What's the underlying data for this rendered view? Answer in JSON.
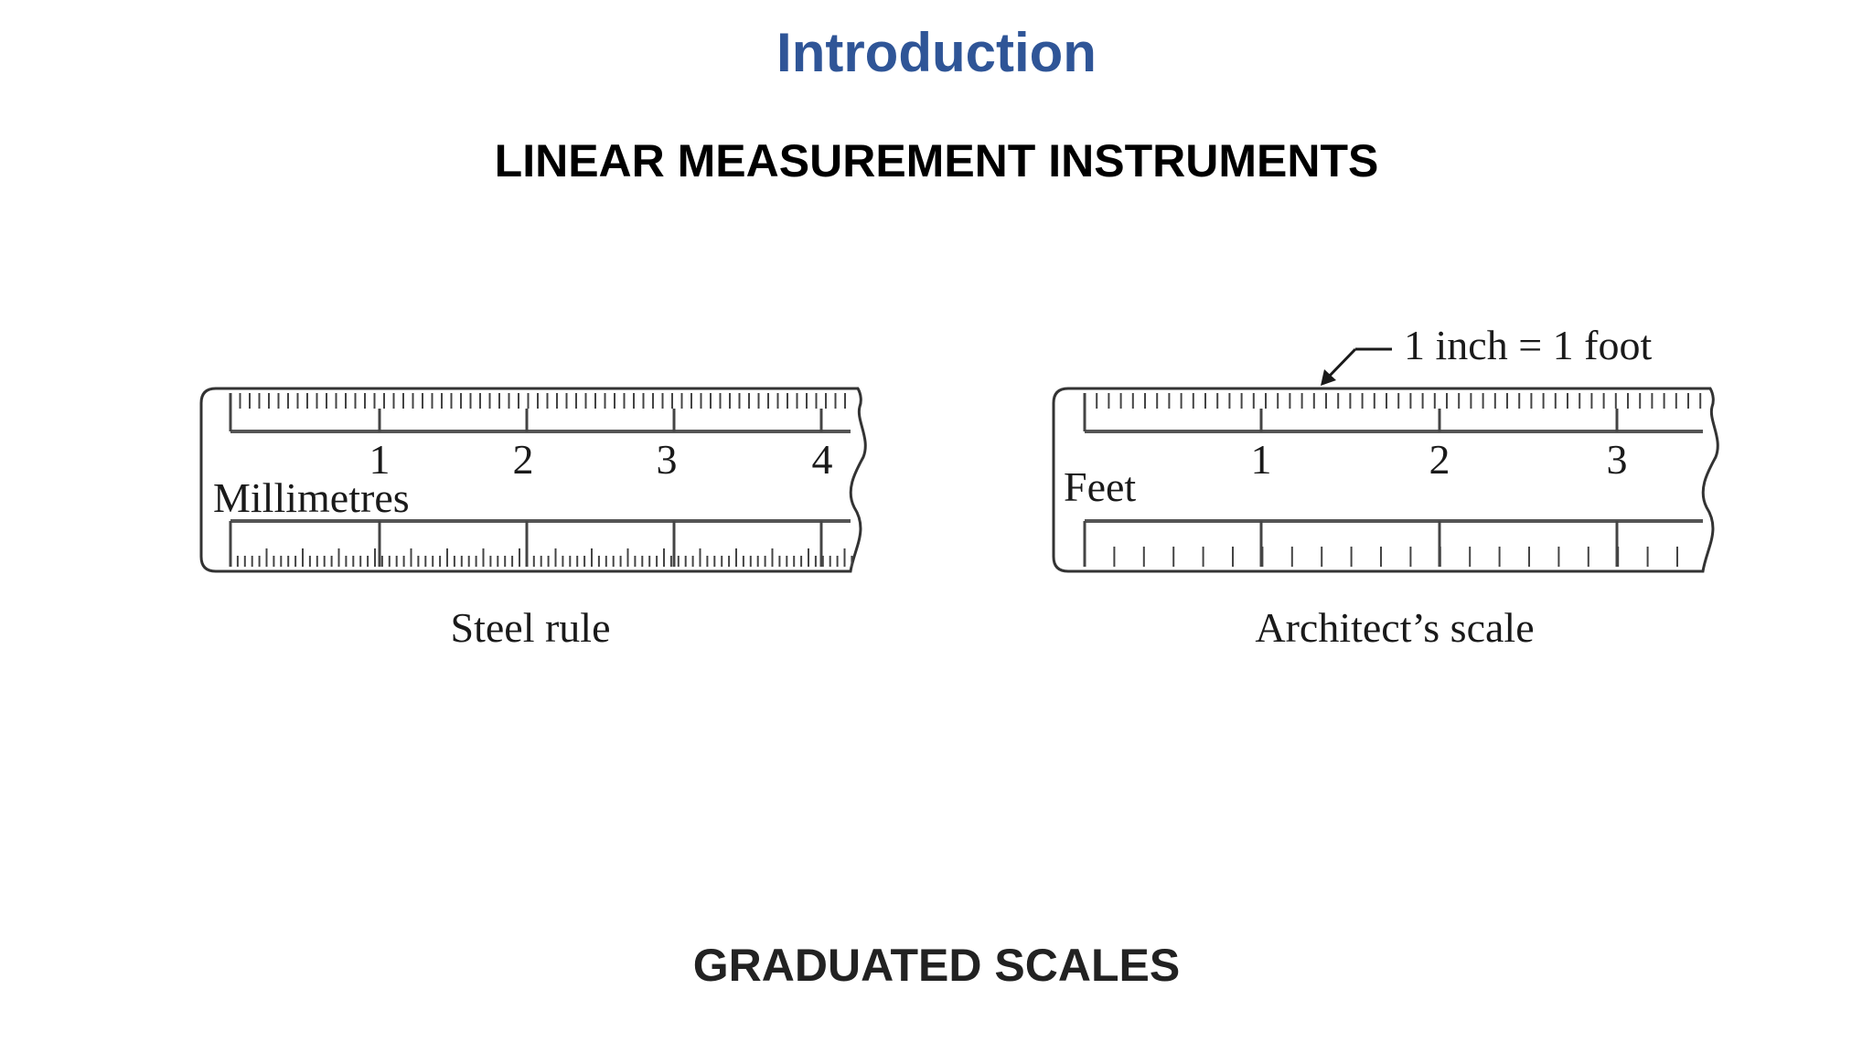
{
  "slide": {
    "title": "Introduction",
    "title_color": "#2f5597",
    "subtitle": "LINEAR MEASUREMENT INSTRUMENTS",
    "footer_title": "GRADUATED SCALES"
  },
  "steel_rule": {
    "caption": "Steel rule",
    "unit_label": "Millimetres",
    "numbers": [
      "1",
      "2",
      "3",
      "4"
    ]
  },
  "architects_scale": {
    "caption": "Architect’s scale",
    "unit_label": "Feet",
    "numbers": [
      "1",
      "2",
      "3"
    ],
    "callout": "1 inch = 1 foot"
  }
}
